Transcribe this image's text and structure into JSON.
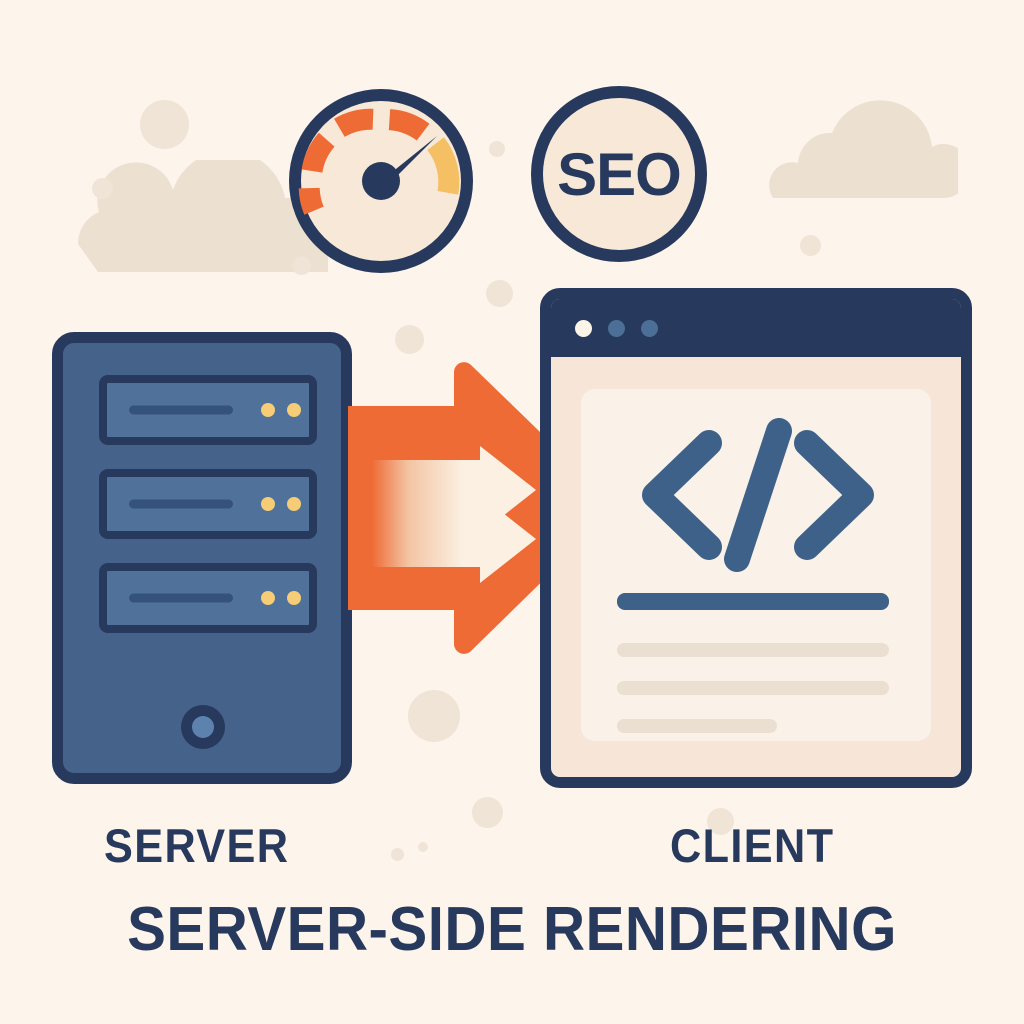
{
  "illustration": {
    "title": "Server-Side Rendering concept illustration",
    "background_color": "#fdf4ec"
  },
  "badges": {
    "performance_gauge": {
      "icon_name": "speedometer-icon",
      "segment_colors": [
        "#ef6b35",
        "#ef6b35",
        "#ef6b35",
        "#ef6b35",
        "#f5bf63"
      ],
      "segment_count": 5,
      "needle_color": "#27395c",
      "ring_color": "#27395c",
      "face_color": "#f8e8d7"
    },
    "seo": {
      "label": "SEO",
      "ring_color": "#27395c",
      "face_color": "#f8e8d7",
      "text_color": "#27395c"
    }
  },
  "server": {
    "icon_name": "server-tower-icon",
    "body_color": "#44628a",
    "outline_color": "#27395c",
    "bay_count": 3,
    "bays": [
      {
        "led_count": 2,
        "led_color": "#f6cc77"
      },
      {
        "led_count": 2,
        "led_color": "#f6cc77"
      },
      {
        "led_count": 2,
        "led_color": "#f6cc77"
      }
    ],
    "power_button": {
      "icon_name": "power-button-icon",
      "inner_color": "#5c82ad"
    }
  },
  "arrow": {
    "icon_name": "data-transfer-arrow-icon",
    "direction": "right",
    "color": "#ef6b35",
    "inner_arrow_count": 2,
    "inner_arrow_color": "#fbf0e2"
  },
  "browser": {
    "icon_name": "browser-window-icon",
    "titlebar_color": "#27395c",
    "dots": [
      {
        "name": "traffic-light-dot-1",
        "color": "#fbf4e8"
      },
      {
        "name": "traffic-light-dot-2",
        "color": "#4b6f96"
      },
      {
        "name": "traffic-light-dot-3",
        "color": "#4b6f96"
      }
    ],
    "content": {
      "code_icon": {
        "icon_name": "code-angle-brackets-icon",
        "glyph": "</>",
        "color": "#3d6189"
      },
      "lines": [
        {
          "name": "heading-line",
          "color": "#3d6189",
          "width_pct": 100
        },
        {
          "name": "body-line-1",
          "color": "#eadfd0",
          "width_pct": 100
        },
        {
          "name": "body-line-2",
          "color": "#eadfd0",
          "width_pct": 100
        },
        {
          "name": "body-line-3",
          "color": "#eadfd0",
          "width_pct": 59
        }
      ]
    }
  },
  "captions": {
    "left": "SERVER",
    "right": "CLIENT",
    "main": "SERVER-SIDE RENDERING",
    "color": "#27395c"
  }
}
